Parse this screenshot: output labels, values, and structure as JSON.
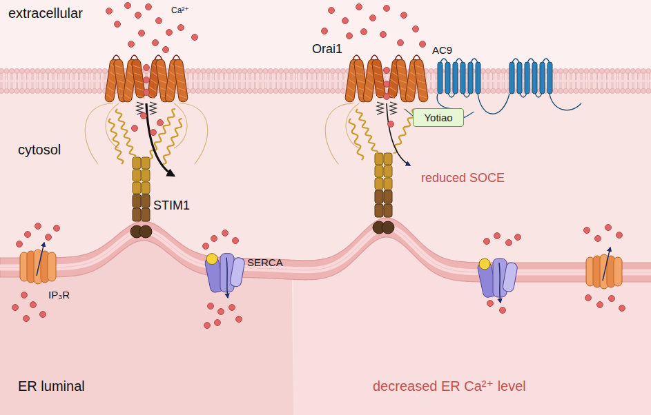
{
  "diagram": {
    "nodes": [
      {
        "text": [
          "Yotiao"
        ]
      }
    ],
    "labels": [
      "extracellular",
      "Ca²⁺",
      "Orai1",
      "AC9",
      "cytosol",
      "reduced SOCE",
      "STIM1",
      "SERCA",
      "IP₃R",
      "ER luminal",
      "decreased ER Ca²⁺ level"
    ]
  }
}
